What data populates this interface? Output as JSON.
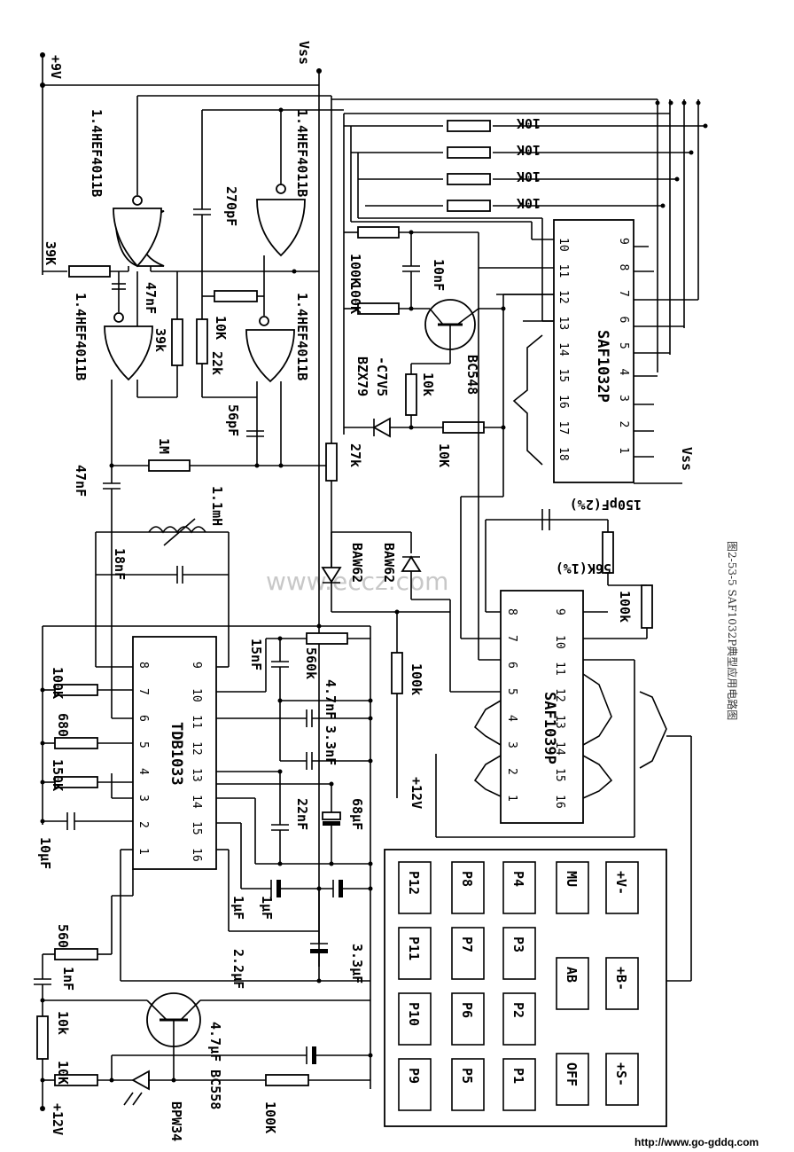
{
  "figure": {
    "caption": "图2-53-5 SAF1032P典型应用电路图",
    "watermark": "www.eccz.com",
    "site_url": "http://www.go-gddq.com"
  },
  "power": {
    "plus9v": "+9V",
    "vss_top": "Vss",
    "vss_right": "Vss",
    "plus12v_bottom": "+12V",
    "plus12v_mid": "+12V"
  },
  "ics": {
    "saf1032p": {
      "label": "SAF1032P",
      "pins_top": [
        "1",
        "2",
        "3",
        "4",
        "5",
        "6",
        "7",
        "8",
        "9"
      ],
      "pins_bottom": [
        "18",
        "17",
        "16",
        "15",
        "14",
        "13",
        "12",
        "11",
        "10"
      ]
    },
    "saf1039p": {
      "label": "SAF1039P",
      "pins_top": [
        "1",
        "2",
        "3",
        "4",
        "5",
        "6",
        "7",
        "8"
      ],
      "pins_bottom": [
        "16",
        "15",
        "14",
        "13",
        "12",
        "11",
        "10",
        "9"
      ]
    },
    "tdb1033": {
      "label": "TDB1033",
      "pins_top": [
        "1",
        "2",
        "3",
        "4",
        "5",
        "6",
        "7",
        "8"
      ],
      "pins_bottom": [
        "16",
        "15",
        "14",
        "13",
        "12",
        "11",
        "10",
        "9"
      ]
    }
  },
  "gates": {
    "g1": "1.4HEF4011B",
    "g2": "1.4HEF4011B",
    "g3": "1.4HEF4011B",
    "g4": "1.4HEF4011B"
  },
  "components": {
    "r10k_1": "10K",
    "r10k_2": "10K",
    "r10k_3": "10K",
    "r10k_4": "10K",
    "r39k_a": "39K",
    "r39k_b": "39k",
    "c47nf_a": "47nF",
    "c47nf_b": "47nF",
    "c270pf": "270pF",
    "r10k_g": "10K",
    "r22k": "22k",
    "c56pf": "56pF",
    "r100k_a": "100K",
    "r100k_b": "100K",
    "c10nf": "10nF",
    "zener": "BZX79",
    "zener2": "-C7V5",
    "r10k_b": "10k",
    "tr_bc548": "BC548",
    "r10k_c": "10K",
    "r1m": "1M",
    "r27k": "27k",
    "l11mh": "1.1mH",
    "c18nf": "18nF",
    "d1": "BAW62",
    "d2": "BAW62",
    "c150pf": "150pF(2%)",
    "r56k": "56K(1%)",
    "r100k_c": "100k",
    "r100k_d": "100K",
    "r680": "680",
    "r150k": "150K",
    "c10uf": "10μF",
    "c15nf": "15nF",
    "r560k": "560k",
    "c47nf_c": "4.7nF",
    "c33nf": "3.3nF",
    "r100k_e": "100k",
    "c22nf": "22nF",
    "c68uf": "68μF",
    "c1uf_a": "1μF",
    "c1uf_b": "1μF",
    "c22uf": "2.2μF",
    "c33uf": "3.3μF",
    "r560": "560",
    "c1nf": "1nF",
    "r10k_d": "10k",
    "tr_bc558": "4.7μF BC558",
    "r10k_e": "10K",
    "pd": "BPW34",
    "r100k_f": "100K"
  },
  "keypad": {
    "col1": [
      "P12",
      "P11",
      "P10",
      "P9"
    ],
    "col2": [
      "P8",
      "P7",
      "P6",
      "P5"
    ],
    "col3": [
      "P4",
      "P3",
      "P2",
      "P1"
    ],
    "col4": [
      "MU",
      "AB",
      "OFF"
    ],
    "col5": [
      "+V-",
      "+B-",
      "+S-"
    ]
  }
}
